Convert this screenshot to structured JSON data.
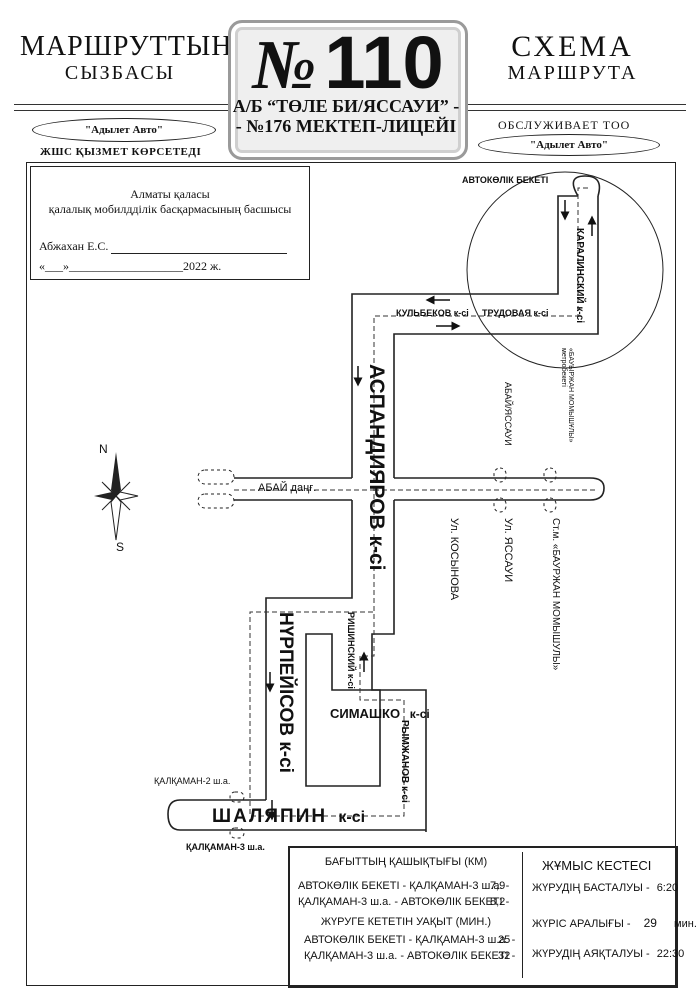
{
  "header": {
    "kz_title_1": "МАРШРУТТЫҢ",
    "kz_title_2": "СЫЗБАСЫ",
    "ru_title_1": "СХЕМА",
    "ru_title_2": "МАРШРУТА",
    "number_sign": "№",
    "route_number": "110",
    "route_name_1": "А/Б “ТӨЛЕ БИ/ЯССАУИ” -",
    "route_name_2": "- №176 МЕКТЕП-ЛИЦЕЙІ",
    "carrier_kz": "\"Адылет Авто\"",
    "carrier_kz_caption": "ЖШС ҚЫЗМЕТ КӨРСЕТЕДІ",
    "carrier_ru_caption": "ОБСЛУЖИВАЕТ ТОО",
    "carrier_ru": "\"Адылет Авто\""
  },
  "approval": {
    "line1": "Алматы қаласы",
    "line2": "қалалық мобилдділік басқармасының басшысы",
    "signer": "Абжахан Е.С.",
    "date_line": "«___»___________________2022 ж."
  },
  "map": {
    "terminal": "АВТОКӨЛІК БЕКЕТІ",
    "streets": {
      "karalinskiy": "КАРАЛИНСКИЙ к-сі",
      "trudovaya": "ТРУДОВАЯ к-сі",
      "kulbekov": "КУЛЬБЕКОВ к-сі",
      "aspandiyarov": "АСПАНДИЯРОВ к-сі",
      "abai": "АБАЙ даңғ.",
      "abai_yassaui": "АБАЙ/ЯССАУИ",
      "baurzhan_stop": "«БАУЫРЖАН МОМЫШҰЛЫ» метробекеті",
      "kosynova": "Ул. КОСЫНОВА",
      "yassaui": "Ул. ЯССАУИ",
      "baurzhan_st": "Ст.м. «БАУРЖАН МОМЫШУЛЫ»",
      "nurpeisov": "НҮРПЕЙІСОВ к-сі",
      "rishinskiy": "РИШИНСКИЙ к-сі",
      "simashko": "СИМАШКО",
      "simashko_suffix": "к-сі",
      "rymzhanov": "РЫМЖАНОВ к-сі",
      "shalyapin": "ШАЛЯПИН",
      "shalyapin_suffix": "к-сі",
      "kalkaman2": "ҚАЛҚАМАН-2 ш.а.",
      "kalkaman3": "ҚАЛҚАМАН-3 ш.а."
    },
    "compass": {
      "north": "N",
      "south": "S"
    }
  },
  "info": {
    "distance_title": "БАҒЫТТЫҢ ҚАШЫҚТЫҒЫ (КМ)",
    "distance_rows": [
      {
        "label": "АВТОКӨЛІК БЕКЕТІ - ҚАЛҚАМАН-3 ш.а. -",
        "value": "7,9"
      },
      {
        "label": "ҚАЛҚАМАН-3 ш.а. - АВТОКӨЛІК БЕКЕТІ -",
        "value": "8,2"
      }
    ],
    "time_title": "ЖҮРУГЕ КЕТЕТІН УАҚЫТ (МИН.)",
    "time_rows": [
      {
        "label": "АВТОКӨЛІК БЕКЕТІ - ҚАЛҚАМАН-3 ш.а. -",
        "value": "25"
      },
      {
        "label": "ҚАЛҚАМАН-3 ш.а. - АВТОКӨЛІК БЕКЕТІ -",
        "value": "32"
      }
    ],
    "schedule_title": "ЖҰМЫС КЕСТЕСІ",
    "start_label": "ЖҮРУДІҢ БАСТАЛУЫ -",
    "start_value": "6:20",
    "interval_label": "ЖҮРІС АРАЛЫҒЫ -",
    "interval_value": "29",
    "interval_unit": "мин.",
    "end_label": "ЖҮРУДІҢ АЯҚТАЛУЫ -",
    "end_value": "22:30"
  }
}
